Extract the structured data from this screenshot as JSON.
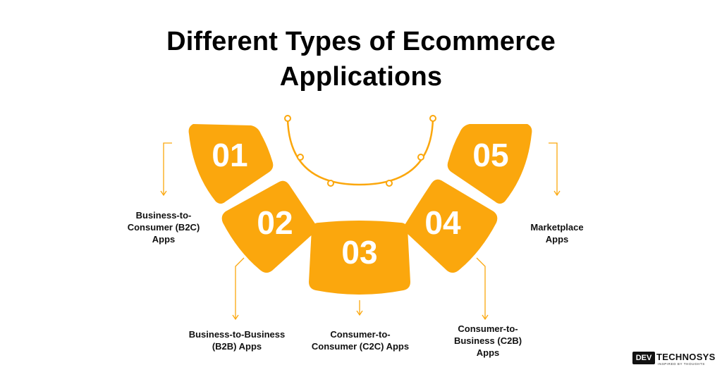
{
  "title": {
    "line1": "Different Types of Ecommerce",
    "line2": "Applications"
  },
  "segments": [
    {
      "number": "01",
      "label_lines": [
        "Business-to-",
        "Consumer (B2C)",
        "Apps"
      ]
    },
    {
      "number": "02",
      "label_lines": [
        "Business-to-Business",
        "(B2B) Apps"
      ]
    },
    {
      "number": "03",
      "label_lines": [
        "Consumer-to-",
        "Consumer (C2C) Apps"
      ]
    },
    {
      "number": "04",
      "label_lines": [
        "Consumer-to-",
        "Business (C2B)",
        "Apps"
      ]
    },
    {
      "number": "05",
      "label_lines": [
        "Marketplace",
        "Apps"
      ]
    }
  ],
  "colors": {
    "accent": "#FBA70D",
    "text": "#111111",
    "segment_number": "#FFFFFF"
  },
  "logo": {
    "dev": "DEV",
    "name": "TECHNOSYS",
    "tagline": "INSPIRED BY THOUGHTS"
  }
}
